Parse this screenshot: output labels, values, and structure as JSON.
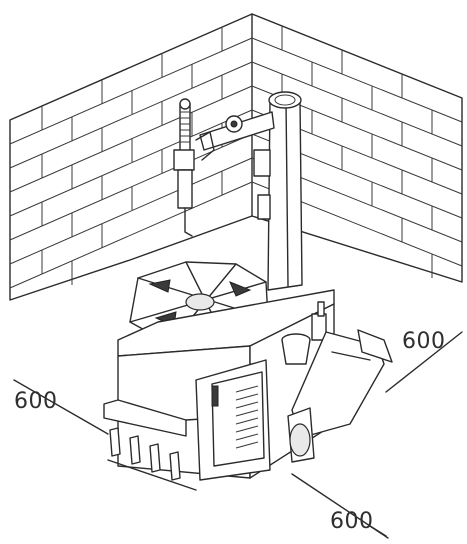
{
  "diagram": {
    "subject": "tire-changer-installation-clearance",
    "dimensions": [
      {
        "id": "left",
        "text": "600"
      },
      {
        "id": "right",
        "text": "600"
      },
      {
        "id": "front",
        "text": "600"
      }
    ]
  }
}
